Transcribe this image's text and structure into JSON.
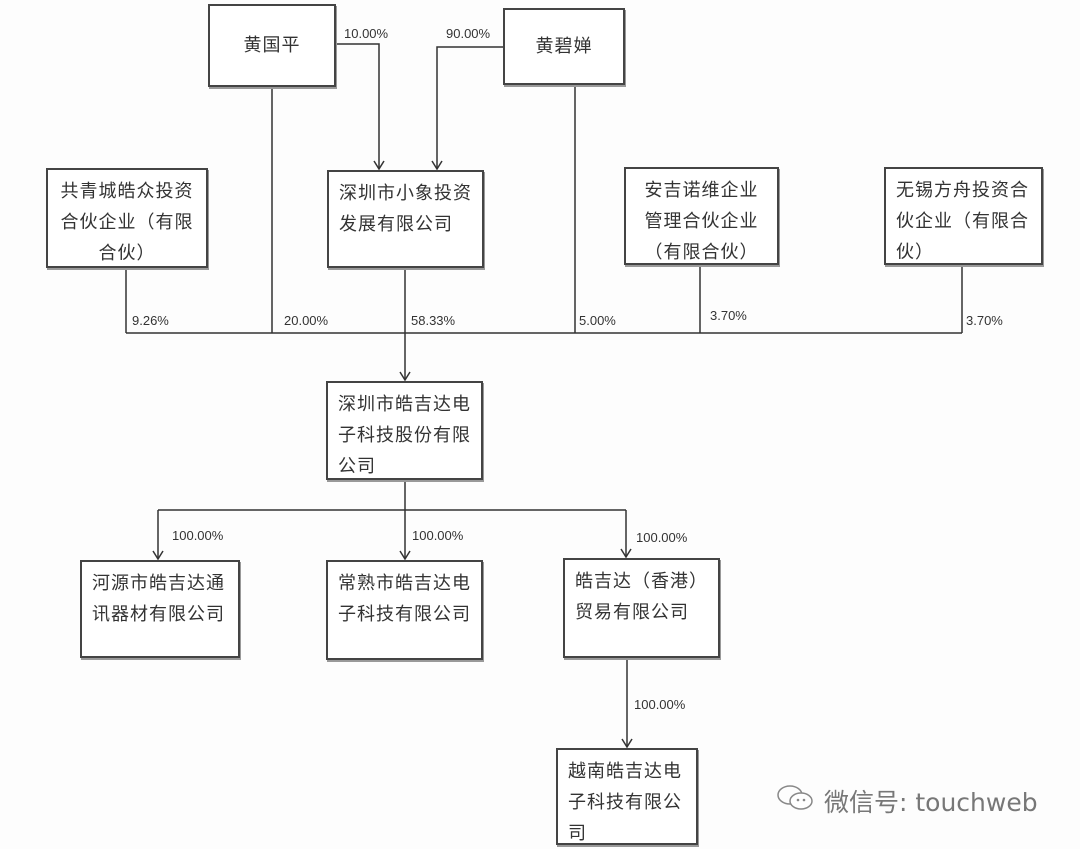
{
  "nodes": {
    "huang_guoping": "黄国平",
    "huang_bichan": "黄碧婵",
    "gongqingcheng": "共青城皓众投资合伙企业（有限合伙）",
    "xiaoxiang": "深圳市小象投资发展有限公司",
    "anji": "安吉诺维企业管理合伙企业（有限合伙）",
    "wuxi": "无锡方舟投资合伙企业（有限合伙）",
    "haojida": "深圳市皓吉达电子科技股份有限公司",
    "heyuan": "河源市皓吉达通讯器材有限公司",
    "changshu": "常熟市皓吉达电子科技有限公司",
    "hongkong": "皓吉达（香港）贸易有限公司",
    "vietnam": "越南皓吉达电子科技有限公司"
  },
  "edges": {
    "hgp_to_xiaoxiang": "10.00%",
    "hbc_to_xiaoxiang": "90.00%",
    "gongqingcheng_to_haojida": "9.26%",
    "hgp_to_haojida": "20.00%",
    "xiaoxiang_to_haojida": "58.33%",
    "hbc_to_haojida": "5.00%",
    "anji_to_haojida": "3.70%",
    "wuxi_to_haojida": "3.70%",
    "haojida_to_heyuan": "100.00%",
    "haojida_to_changshu": "100.00%",
    "haojida_to_hongkong": "100.00%",
    "hongkong_to_vietnam": "100.00%"
  },
  "watermark": {
    "icon": "wechat-icon",
    "text": "微信号: touchweb"
  }
}
